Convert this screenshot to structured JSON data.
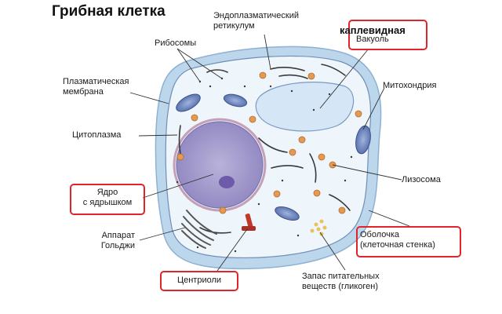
{
  "title": "Грибная клетка",
  "highlight_word": "каплевидная",
  "labels": {
    "er": [
      "Эндоплазматический",
      "ретикулум"
    ],
    "vacuole": "Вакуоль",
    "ribosomes": "Рибосомы",
    "membrane": [
      "Плазматическая",
      "мембрана"
    ],
    "mitochondrion": "Митохондрия",
    "cytoplasm": "Цитоплазма",
    "lysosome": "Лизосома",
    "nucleus": [
      "Ядро",
      "с ядрышком"
    ],
    "golgi": [
      "Аппарат",
      "Гольджи"
    ],
    "wall": [
      "Оболочка",
      "(клеточная стенка)"
    ],
    "centrioles": "Центриоли",
    "glycogen": [
      "Запас питательных",
      "веществ (гликоген)"
    ]
  },
  "colors": {
    "highlight": "#e0242c",
    "wall": "#bcd6ec",
    "cytoplasm": "#eef5fb",
    "nucleus": "#a7a0cf",
    "nucleolus": "#6d5aa8",
    "lysosome": "#e49a52",
    "centriole": "#c0392b"
  }
}
